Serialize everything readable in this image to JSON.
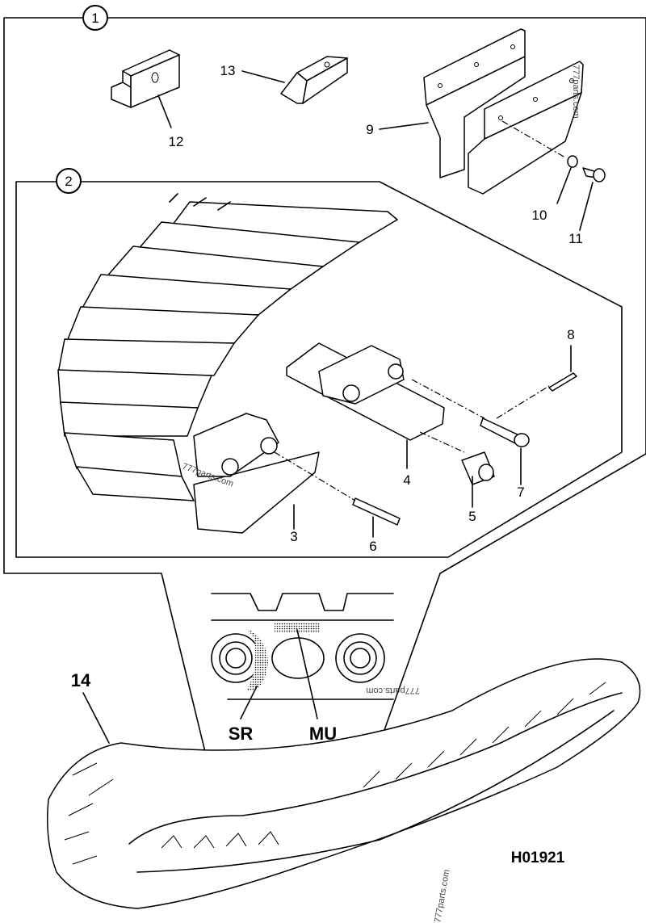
{
  "diagram": {
    "figure_id": "H01921",
    "watermark": "777parts.com",
    "groups": [
      {
        "id": "1",
        "label": "1"
      },
      {
        "id": "2",
        "label": "2"
      }
    ],
    "callouts": [
      {
        "label": "3"
      },
      {
        "label": "4"
      },
      {
        "label": "5"
      },
      {
        "label": "6"
      },
      {
        "label": "7"
      },
      {
        "label": "8"
      },
      {
        "label": "9"
      },
      {
        "label": "10"
      },
      {
        "label": "11"
      },
      {
        "label": "12"
      },
      {
        "label": "13"
      },
      {
        "label": "14"
      }
    ],
    "detail_labels": {
      "sr": "SR",
      "mu": "MU"
    }
  }
}
